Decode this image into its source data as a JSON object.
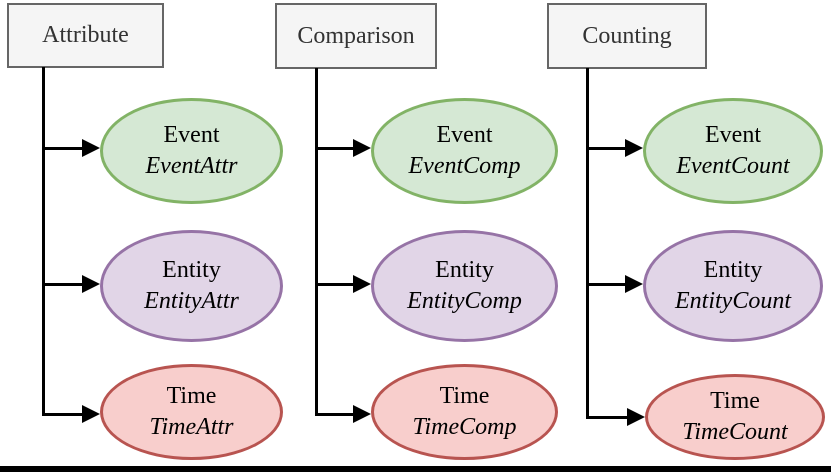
{
  "diagram": {
    "columns": [
      {
        "header": "Attribute",
        "nodes": [
          {
            "kind": "event",
            "title": "Event",
            "subtitle": "EventAttr"
          },
          {
            "kind": "entity",
            "title": "Entity",
            "subtitle": "EntityAttr"
          },
          {
            "kind": "time",
            "title": "Time",
            "subtitle": "TimeAttr"
          }
        ]
      },
      {
        "header": "Comparison",
        "nodes": [
          {
            "kind": "event",
            "title": "Event",
            "subtitle": "EventComp"
          },
          {
            "kind": "entity",
            "title": "Entity",
            "subtitle": "EntityComp"
          },
          {
            "kind": "time",
            "title": "Time",
            "subtitle": "TimeComp"
          }
        ]
      },
      {
        "header": "Counting",
        "nodes": [
          {
            "kind": "event",
            "title": "Event",
            "subtitle": "EventCount"
          },
          {
            "kind": "entity",
            "title": "Entity",
            "subtitle": "EntityCount"
          },
          {
            "kind": "time",
            "title": "Time",
            "subtitle": "TimeCount"
          }
        ]
      }
    ],
    "colors": {
      "event_fill": "#d5e8d4",
      "event_stroke": "#82b366",
      "entity_fill": "#e1d5e7",
      "entity_stroke": "#9673a6",
      "time_fill": "#f8cecc",
      "time_stroke": "#b85450",
      "header_fill": "#f5f5f5",
      "header_stroke": "#666666",
      "header_text": "#333333",
      "node_text": "#000000",
      "line": "#000000"
    }
  }
}
